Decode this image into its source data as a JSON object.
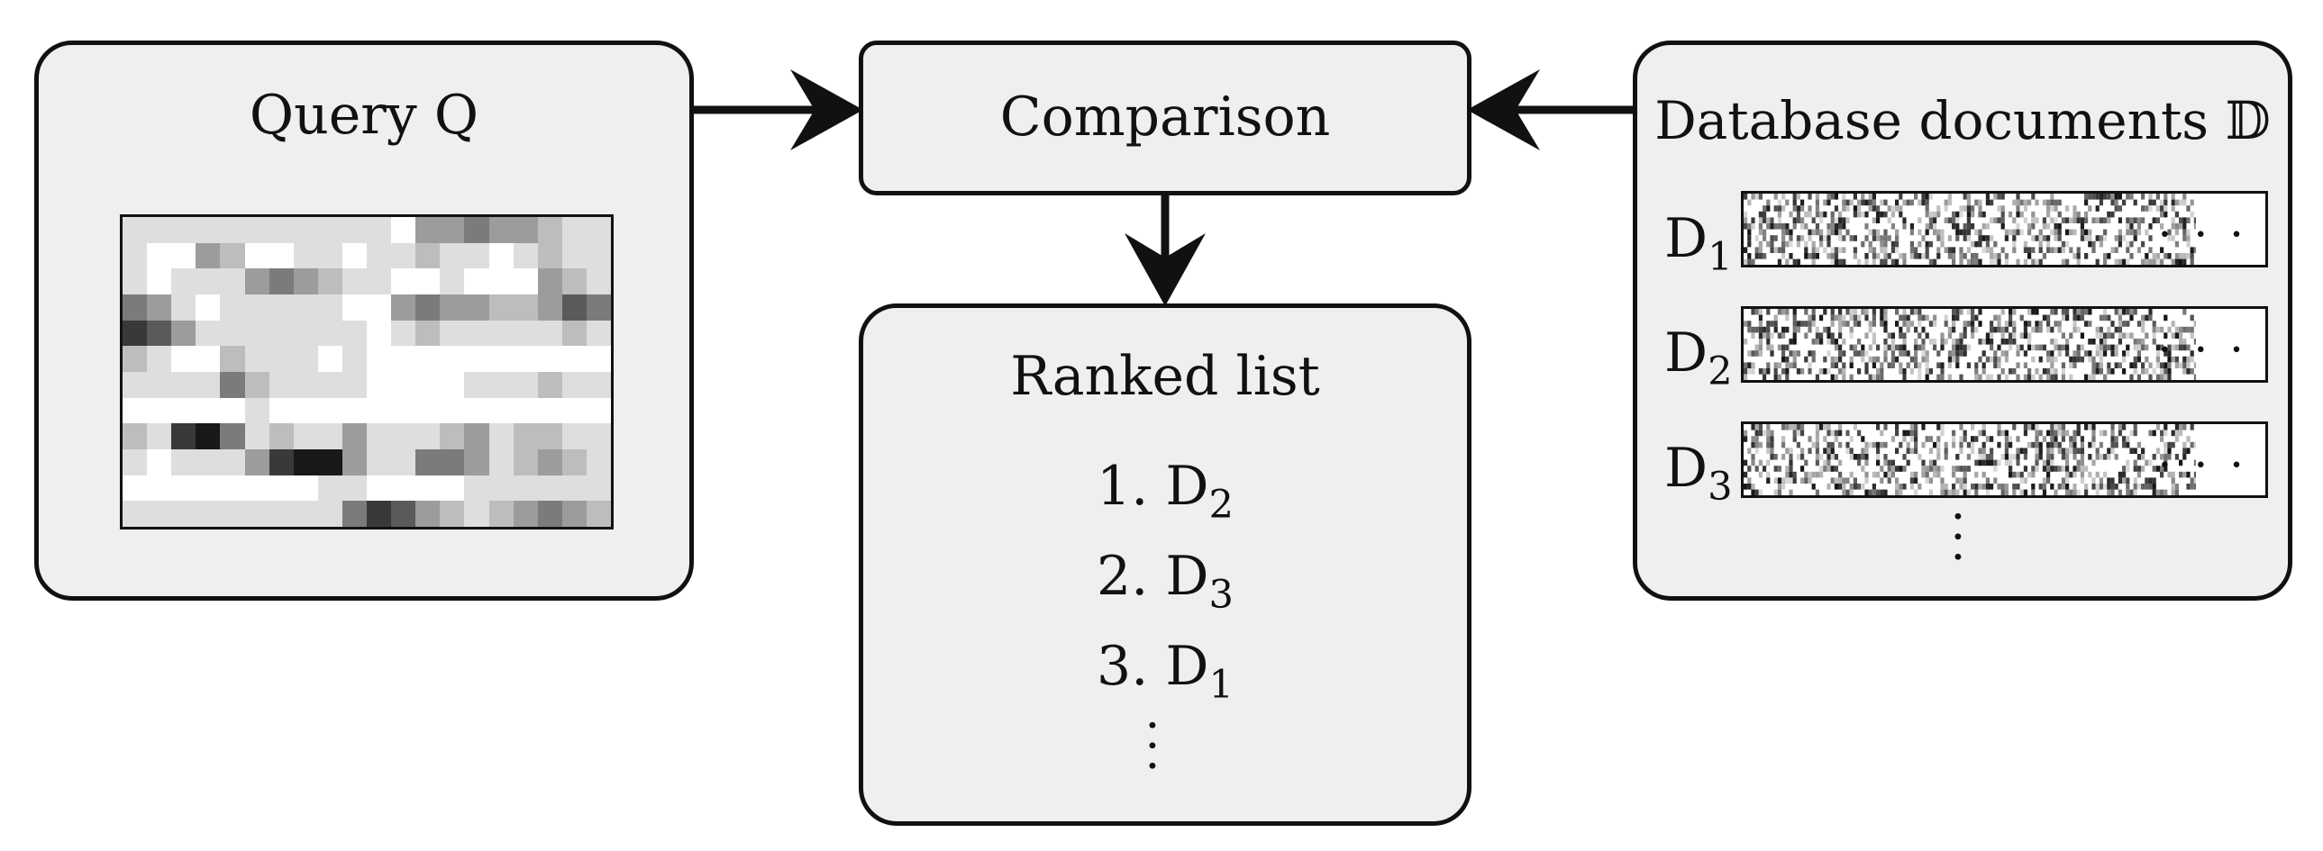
{
  "query": {
    "title": "Query Q",
    "matrix": [
      [
        1,
        1,
        1,
        1,
        1,
        1,
        1,
        1,
        1,
        1,
        1,
        0,
        3,
        3,
        4,
        3,
        3,
        2,
        1,
        1
      ],
      [
        1,
        0,
        0,
        3,
        2,
        0,
        0,
        1,
        1,
        0,
        1,
        1,
        2,
        1,
        1,
        0,
        1,
        2,
        1,
        1
      ],
      [
        1,
        0,
        1,
        1,
        1,
        3,
        4,
        3,
        2,
        1,
        1,
        0,
        0,
        1,
        0,
        0,
        0,
        3,
        2,
        1
      ],
      [
        4,
        3,
        1,
        0,
        1,
        1,
        1,
        1,
        1,
        0,
        0,
        3,
        4,
        3,
        3,
        2,
        2,
        3,
        5,
        4
      ],
      [
        6,
        5,
        3,
        1,
        1,
        1,
        1,
        1,
        1,
        1,
        0,
        1,
        2,
        1,
        1,
        1,
        1,
        1,
        2,
        1
      ],
      [
        2,
        1,
        0,
        0,
        2,
        1,
        1,
        1,
        0,
        1,
        0,
        0,
        0,
        0,
        0,
        0,
        0,
        0,
        0,
        0
      ],
      [
        1,
        1,
        1,
        1,
        4,
        2,
        1,
        1,
        1,
        1,
        0,
        0,
        0,
        0,
        1,
        1,
        1,
        2,
        1,
        1
      ],
      [
        0,
        0,
        0,
        0,
        0,
        1,
        0,
        0,
        0,
        0,
        0,
        0,
        0,
        0,
        0,
        0,
        0,
        0,
        0,
        0
      ],
      [
        2,
        1,
        6,
        7,
        4,
        1,
        2,
        1,
        1,
        3,
        1,
        1,
        1,
        2,
        3,
        1,
        2,
        2,
        1,
        1
      ],
      [
        1,
        0,
        1,
        1,
        1,
        3,
        6,
        7,
        7,
        3,
        1,
        1,
        4,
        4,
        3,
        1,
        2,
        3,
        2,
        1
      ],
      [
        0,
        0,
        0,
        0,
        0,
        0,
        0,
        0,
        1,
        1,
        0,
        0,
        0,
        0,
        1,
        1,
        1,
        1,
        1,
        1
      ],
      [
        1,
        1,
        1,
        1,
        1,
        1,
        1,
        1,
        1,
        4,
        6,
        5,
        3,
        2,
        1,
        2,
        3,
        4,
        3,
        2
      ]
    ]
  },
  "comparison": {
    "title": "Comparison"
  },
  "ranked": {
    "title": "Ranked list",
    "items": [
      {
        "num": "1.",
        "doc": "D",
        "sub": "2"
      },
      {
        "num": "2.",
        "doc": "D",
        "sub": "3"
      },
      {
        "num": "3.",
        "doc": "D",
        "sub": "1"
      }
    ],
    "more": "..."
  },
  "database": {
    "title": "Database documents 𝔻",
    "documents": [
      {
        "doc": "D",
        "sub": "1",
        "ellipsis": "· · ·"
      },
      {
        "doc": "D",
        "sub": "2",
        "ellipsis": "· · ·"
      },
      {
        "doc": "D",
        "sub": "3",
        "ellipsis": "· · ·"
      }
    ],
    "more": "..."
  }
}
